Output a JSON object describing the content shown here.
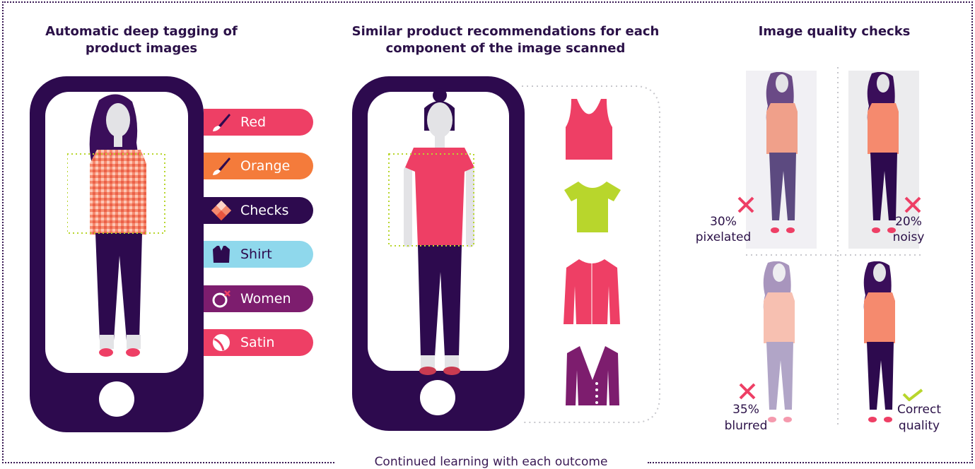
{
  "headings": {
    "tagging": "Automatic deep tagging of product images",
    "recommendations": "Similar product recommendations for each component of the image scanned",
    "quality": "Image quality checks"
  },
  "tags": [
    {
      "label": "Red",
      "color": "#ee3f65",
      "icon": "brush-icon"
    },
    {
      "label": "Orange",
      "color": "#f47b3b",
      "icon": "brush-icon"
    },
    {
      "label": "Checks",
      "color": "#2d0a4e",
      "icon": "checks-pattern-icon"
    },
    {
      "label": "Shirt",
      "color": "#8fd8ec",
      "icon": "shirt-icon"
    },
    {
      "label": "Women",
      "color": "#7d1d6e",
      "icon": "female-symbol-icon"
    },
    {
      "label": "Satin",
      "color": "#ee3f65",
      "icon": "fabric-ball-icon"
    }
  ],
  "recommended_items": [
    {
      "name": "tank-top",
      "color": "#ee3f65"
    },
    {
      "name": "t-shirt",
      "color": "#b8d62c"
    },
    {
      "name": "cardigan-zip",
      "color": "#ee3f65"
    },
    {
      "name": "cardigan-buttons",
      "color": "#7d1d6e"
    }
  ],
  "quality_checks": [
    {
      "percent": "30%",
      "label": "pixelated",
      "status": "fail"
    },
    {
      "percent": "20%",
      "label": "noisy",
      "status": "fail"
    },
    {
      "percent": "35%",
      "label": "blurred",
      "status": "fail"
    },
    {
      "percent": "Correct",
      "label": "quality",
      "status": "pass"
    }
  ],
  "footer": "Continued learning with each outcome",
  "colors": {
    "dark": "#2d0a4e",
    "red": "#ee3f65",
    "green": "#b8d62c",
    "purple": "#7d1d6e"
  }
}
